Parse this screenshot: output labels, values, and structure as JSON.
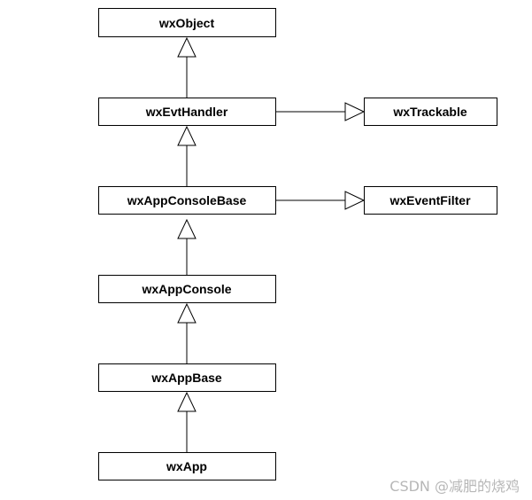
{
  "nodes": {
    "wxObject": "wxObject",
    "wxEvtHandler": "wxEvtHandler",
    "wxTrackable": "wxTrackable",
    "wxAppConsoleBase": "wxAppConsoleBase",
    "wxEventFilter": "wxEventFilter",
    "wxAppConsole": "wxAppConsole",
    "wxAppBase": "wxAppBase",
    "wxApp": "wxApp"
  },
  "edges": [
    {
      "from": "wxEvtHandler",
      "to": "wxObject",
      "relation": "inheritance"
    },
    {
      "from": "wxEvtHandler",
      "to": "wxTrackable",
      "relation": "inheritance"
    },
    {
      "from": "wxAppConsoleBase",
      "to": "wxEvtHandler",
      "relation": "inheritance"
    },
    {
      "from": "wxAppConsoleBase",
      "to": "wxEventFilter",
      "relation": "inheritance"
    },
    {
      "from": "wxAppConsole",
      "to": "wxAppConsoleBase",
      "relation": "inheritance"
    },
    {
      "from": "wxAppBase",
      "to": "wxAppConsole",
      "relation": "inheritance"
    },
    {
      "from": "wxApp",
      "to": "wxAppBase",
      "relation": "inheritance"
    }
  ],
  "watermark": "CSDN @减肥的烧鸡"
}
